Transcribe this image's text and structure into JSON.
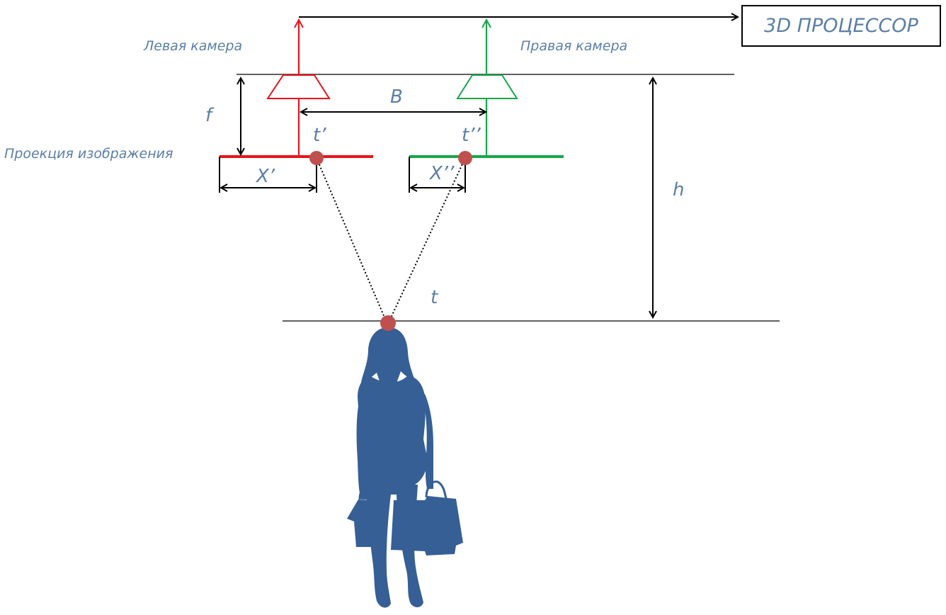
{
  "labels": {
    "left_camera": "Левая камера",
    "right_camera": "Правая камера",
    "projection": "Проекция изображения",
    "processor": "3D ПРОЦЕССОР",
    "f": "f",
    "B": "B",
    "h": "h",
    "t": "t",
    "t_left": "t’",
    "t_right": "t’’",
    "x_left": "X’",
    "x_right": "X’’"
  },
  "colors": {
    "left_camera": "#e8141b",
    "right_camera": "#18a64a",
    "point": "#c0504d",
    "person": "#355f95",
    "text": "#5b7fa6"
  },
  "icons": {
    "person": "woman-with-shopping-bags-silhouette-icon"
  }
}
